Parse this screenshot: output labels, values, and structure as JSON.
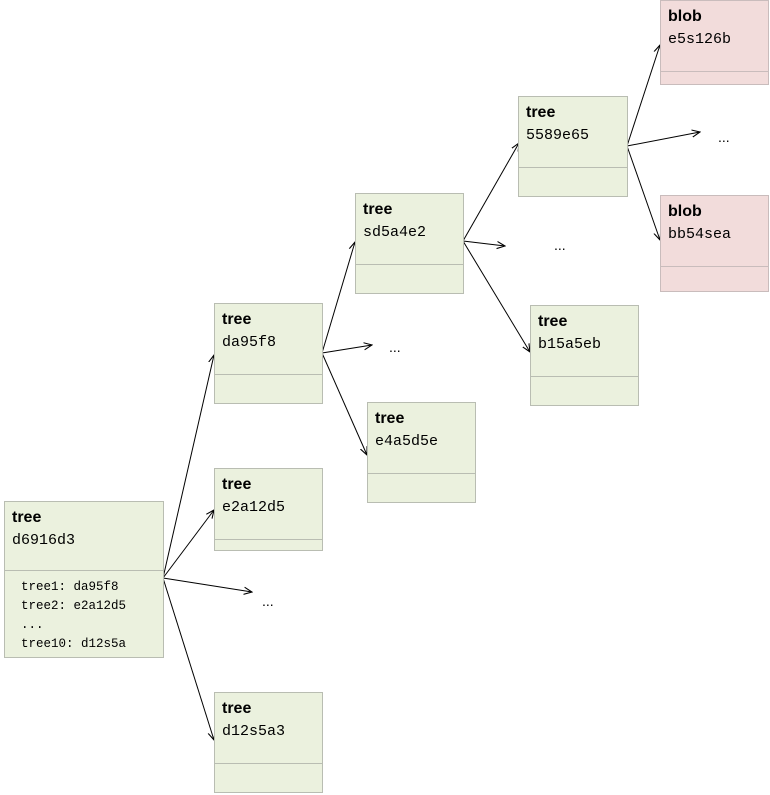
{
  "nodes": {
    "root": {
      "kind": "tree",
      "hash": "d6916d3",
      "entries": [
        "tree1: da95f8",
        "tree2: e2a12d5",
        "...",
        "tree10: d12s5a"
      ]
    },
    "da95f8": {
      "kind": "tree",
      "hash": "da95f8"
    },
    "e2a12d5": {
      "kind": "tree",
      "hash": "e2a12d5"
    },
    "d12s5a3": {
      "kind": "tree",
      "hash": "d12s5a3"
    },
    "sd5a4e2": {
      "kind": "tree",
      "hash": "sd5a4e2"
    },
    "e4a5d5e": {
      "kind": "tree",
      "hash": "e4a5d5e"
    },
    "5589e65": {
      "kind": "tree",
      "hash": "5589e65"
    },
    "b15a5eb": {
      "kind": "tree",
      "hash": "b15a5eb"
    },
    "e5s126b": {
      "kind": "blob",
      "hash": "e5s126b"
    },
    "bb54sea": {
      "kind": "blob",
      "hash": "bb54sea"
    }
  },
  "ellipsis": "...",
  "colors": {
    "tree_fill": "#ebf1de",
    "blob_fill": "#f2dcdb",
    "border": "#b9bdb2",
    "arrow": "#000000"
  }
}
